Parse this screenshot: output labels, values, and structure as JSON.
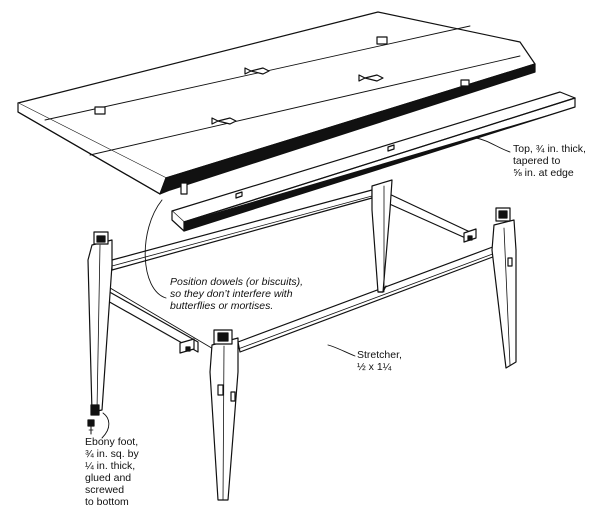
{
  "callouts": {
    "top": "Top, ¾ in. thick,\ntapered to\n⅝ in. at edge",
    "dowels": "Position dowels (or biscuits),\nso they don’t interfere with\nbutterflies or mortises.",
    "stretcher": "Stretcher,\n½ x 1¼",
    "foot": "Ebony foot,\n¾ in. sq. by\n¼ in. thick,\nglued and\nscrewed\nto bottom"
  },
  "colors": {
    "ink": "#111111",
    "shadow": "#1a1a1a",
    "paper": "#ffffff"
  }
}
